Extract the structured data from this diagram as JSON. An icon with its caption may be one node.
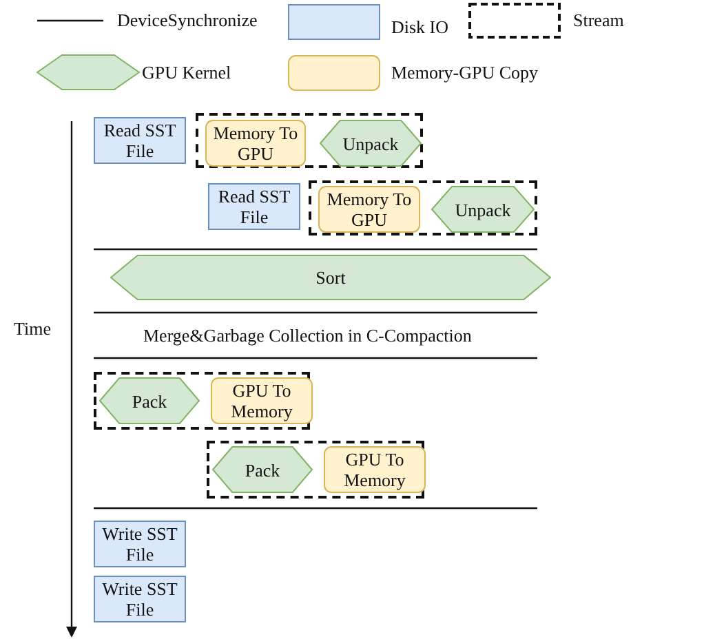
{
  "diagram": {
    "nodes": [
      {
        "text": [
          "Read SST File"
        ]
      },
      {
        "text": [],
        "shape": "box"
      },
      {
        "text": [
          "Memory To GPU"
        ],
        "in": 1
      },
      {
        "text": [
          "Unpack"
        ],
        "in": 1
      },
      {
        "text": [
          "Read SST File"
        ]
      },
      {
        "text": [],
        "shape": "box"
      },
      {
        "text": [
          "Memory To GPU"
        ],
        "in": 5
      },
      {
        "text": [
          "Unpack"
        ],
        "in": 5
      },
      {
        "text": [
          "Sort"
        ]
      },
      {
        "text": [],
        "shape": "box"
      },
      {
        "text": [
          "Pack"
        ],
        "in": 9
      },
      {
        "text": [
          "GPU To Memory"
        ],
        "in": 9
      },
      {
        "text": [],
        "shape": "box"
      },
      {
        "text": [
          "Pack"
        ],
        "in": 12
      },
      {
        "text": [
          "GPU To Memory"
        ],
        "in": 12
      },
      {
        "text": [
          "Write SST File"
        ]
      },
      {
        "text": [
          "Write SST File"
        ]
      }
    ],
    "edges": [],
    "labels": [
      "Time",
      "Merge&Garbage Collection in C-Compaction"
    ],
    "legend": [
      {
        "text": "DeviceSynchronize"
      },
      {
        "text": "Disk IO",
        "color": "#dae8fc"
      },
      {
        "text": "Stream"
      },
      {
        "text": "GPU Kernel",
        "color": "#d5e8d4"
      },
      {
        "text": "Memory-GPU Copy",
        "color": "#fff2cc"
      }
    ]
  }
}
